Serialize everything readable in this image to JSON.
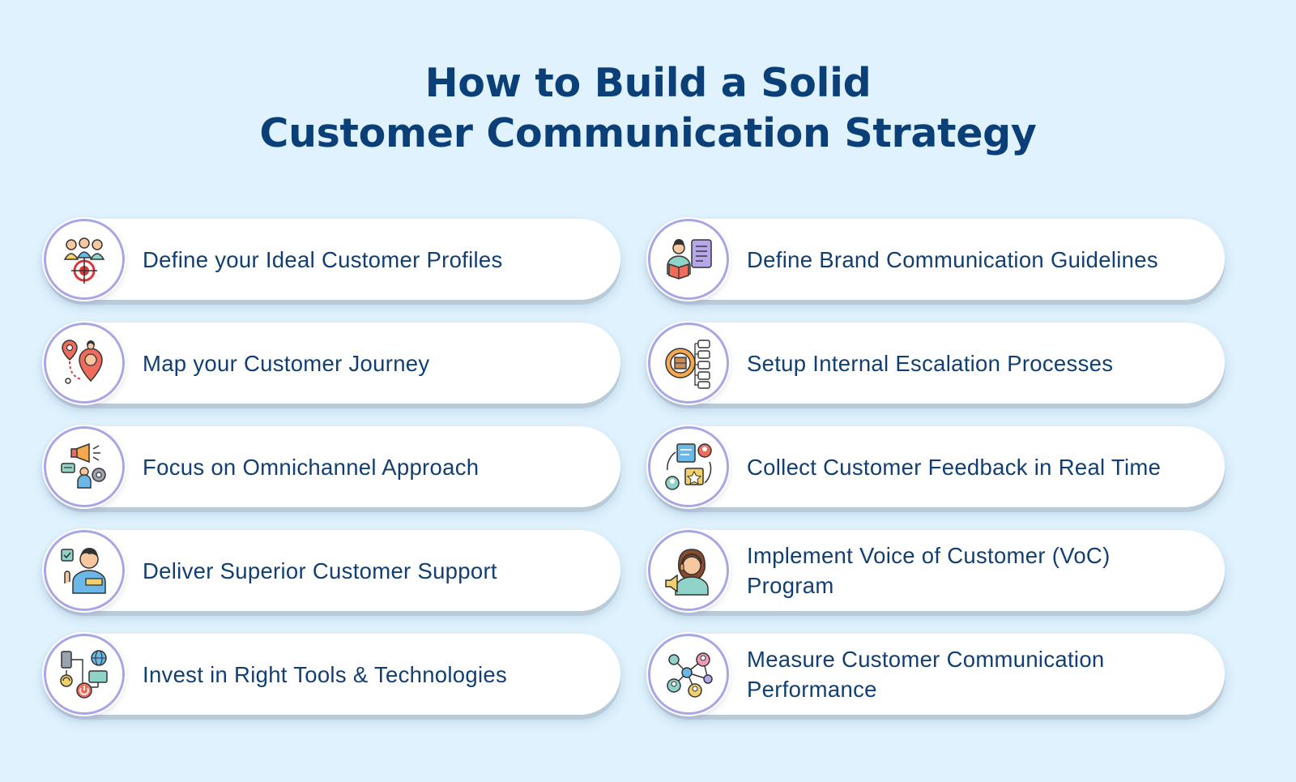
{
  "title": {
    "line1": "How to Build a Solid",
    "line2": "Customer Communication Strategy"
  },
  "steps_left": [
    {
      "label": "Define your Ideal Customer Profiles",
      "icon": "customer-target-icon"
    },
    {
      "label": "Map your Customer Journey",
      "icon": "journey-map-icon"
    },
    {
      "label": "Focus on Omnichannel Approach",
      "icon": "omnichannel-icon"
    },
    {
      "label": "Deliver Superior Customer Support",
      "icon": "support-agent-icon"
    },
    {
      "label": "Invest in Right Tools & Technologies",
      "icon": "tools-tech-icon"
    }
  ],
  "steps_right": [
    {
      "label": "Define Brand Communication Guidelines",
      "icon": "brand-guidelines-icon"
    },
    {
      "label": "Setup Internal Escalation Processes",
      "icon": "escalation-process-icon"
    },
    {
      "label": "Collect Customer Feedback in Real Time",
      "icon": "feedback-icon"
    },
    {
      "label": "Implement Voice of Customer (VoC) Program",
      "icon": "voice-of-customer-icon"
    },
    {
      "label": "Measure Customer Communication Performance",
      "icon": "network-performance-icon"
    }
  ],
  "colors": {
    "background": "#dff2fd",
    "title": "#0b3f78",
    "text": "#123f73",
    "circle_border": "#a9a6e6"
  }
}
